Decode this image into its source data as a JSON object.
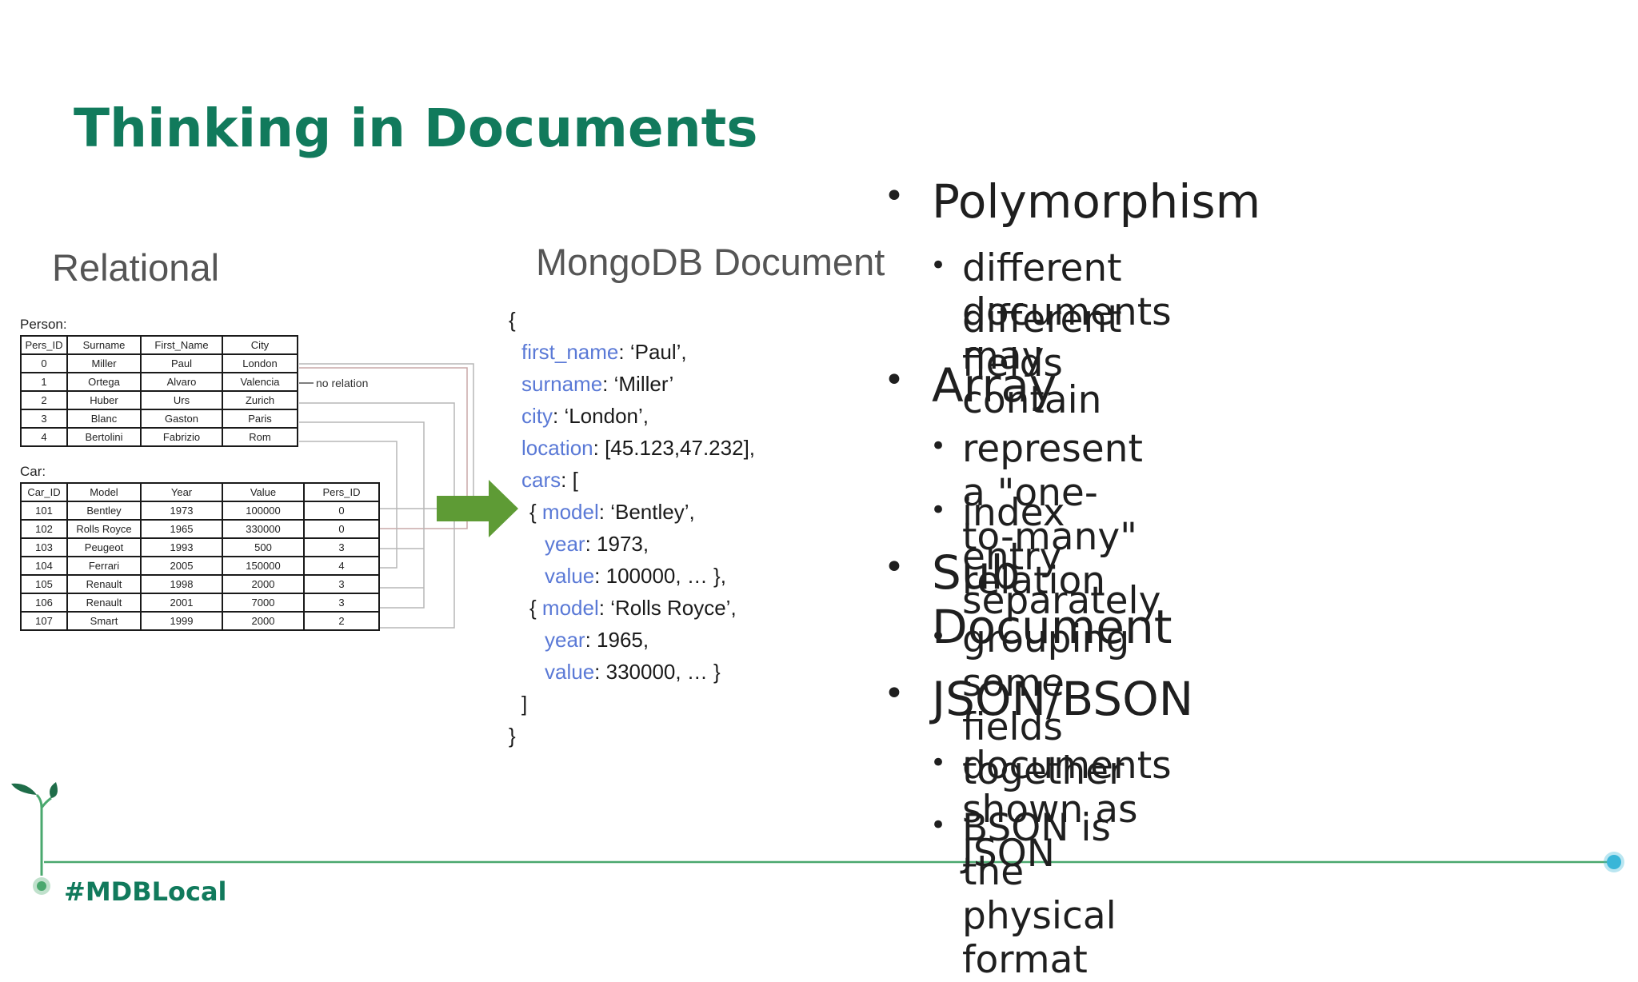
{
  "title": "Thinking in Documents",
  "relational_heading": "Relational",
  "mongo_heading": "MongoDB Document",
  "person": {
    "label": "Person:",
    "headers": [
      "Pers_ID",
      "Surname",
      "First_Name",
      "City"
    ],
    "rows": [
      [
        "0",
        "Miller",
        "Paul",
        "London"
      ],
      [
        "1",
        "Ortega",
        "Alvaro",
        "Valencia"
      ],
      [
        "2",
        "Huber",
        "Urs",
        "Zurich"
      ],
      [
        "3",
        "Blanc",
        "Gaston",
        "Paris"
      ],
      [
        "4",
        "Bertolini",
        "Fabrizio",
        "Rom"
      ]
    ]
  },
  "no_relation": "no relation",
  "car": {
    "label": "Car:",
    "headers": [
      "Car_ID",
      "Model",
      "Year",
      "Value",
      "Pers_ID"
    ],
    "rows": [
      [
        "101",
        "Bentley",
        "1973",
        "100000",
        "0"
      ],
      [
        "102",
        "Rolls Royce",
        "1965",
        "330000",
        "0"
      ],
      [
        "103",
        "Peugeot",
        "1993",
        "500",
        "3"
      ],
      [
        "104",
        "Ferrari",
        "2005",
        "150000",
        "4"
      ],
      [
        "105",
        "Renault",
        "1998",
        "2000",
        "3"
      ],
      [
        "106",
        "Renault",
        "2001",
        "7000",
        "3"
      ],
      [
        "107",
        "Smart",
        "1999",
        "2000",
        "2"
      ]
    ]
  },
  "document_lines": [
    {
      "key": "",
      "text": "{"
    },
    {
      "key": "first_name",
      "text": ": ‘Paul’,"
    },
    {
      "key": "surname",
      "text": ": ‘Miller’"
    },
    {
      "key": "city",
      "text": ": ‘London’,"
    },
    {
      "key": "location",
      "text": ": [45.123,47.232],"
    },
    {
      "key": "cars",
      "text": ": ["
    },
    {
      "key": "model",
      "text": ": ‘Bentley’,",
      "prefix": "{ "
    },
    {
      "key": "year",
      "text": ": 1973,"
    },
    {
      "key": "value",
      "text": ": 100000, … },"
    },
    {
      "key": "model",
      "text": ": ‘Rolls Royce’,",
      "prefix": "{ "
    },
    {
      "key": "year",
      "text": ": 1965,"
    },
    {
      "key": "value",
      "text": ": 330000, … }"
    },
    {
      "key": "",
      "text": "]"
    },
    {
      "key": "",
      "text": "}"
    }
  ],
  "bullets": [
    {
      "level": 1,
      "text": "Polymorphism"
    },
    {
      "level": 2,
      "text": "different documents may contain"
    },
    {
      "level": 3,
      "text": "different fields"
    },
    {
      "level": 1,
      "text": "Array"
    },
    {
      "level": 2,
      "text": "represent a \"one-to-many\" relation"
    },
    {
      "level": 2,
      "text": "index entry separately"
    },
    {
      "level": 1,
      "text": "Sub Document"
    },
    {
      "level": 2,
      "text": "grouping some fields together"
    },
    {
      "level": 1,
      "text": "JSON/BSON"
    },
    {
      "level": 2,
      "text": "documents shown as JSON"
    },
    {
      "level": 2,
      "text": "BSON is the physical format"
    }
  ],
  "hashtag": "#MDBLocal",
  "colors": {
    "brand_green": "#117a5c",
    "key_blue": "#5a79d6",
    "arrow_green": "#5e9b35",
    "footer_line": "#4aa86e",
    "footer_dot": "#39b6d8"
  },
  "icons": [
    "sprout-icon",
    "arrow-right-icon"
  ]
}
